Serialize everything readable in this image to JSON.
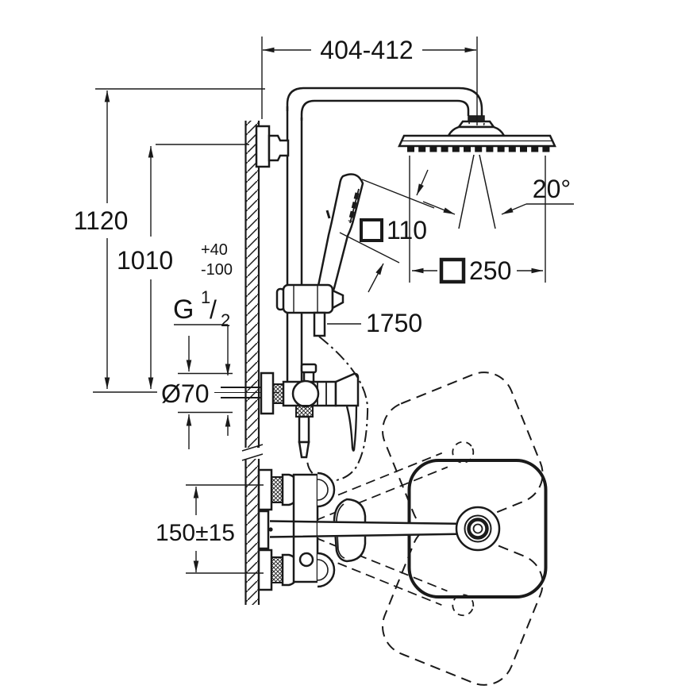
{
  "colors": {
    "line": "#1a1a1a",
    "background": "#ffffff"
  },
  "labels": {
    "width_range": "404-412",
    "total_height": "1120",
    "mixer_height": "1010",
    "tol_plus": "+40",
    "tol_minus": "-100",
    "thread_g": "G",
    "thread_num": "1",
    "thread_slash": "/",
    "thread_den": "2",
    "flange_dia": "Ø70",
    "supply_spacing": "150±15",
    "spray_angle": "20°",
    "hand_shower_face": "110",
    "head_shower_face": "250",
    "hose_length": "1750"
  }
}
